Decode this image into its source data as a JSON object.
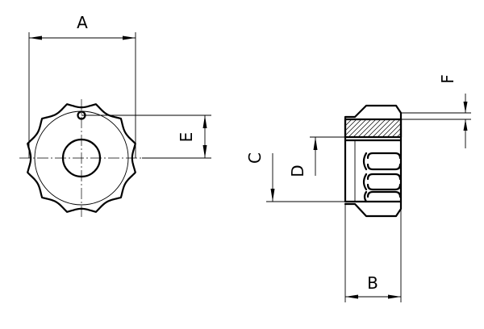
{
  "dimensions": {
    "A": "A",
    "B": "B",
    "C": "C",
    "D": "D",
    "E": "E",
    "F": "F"
  }
}
